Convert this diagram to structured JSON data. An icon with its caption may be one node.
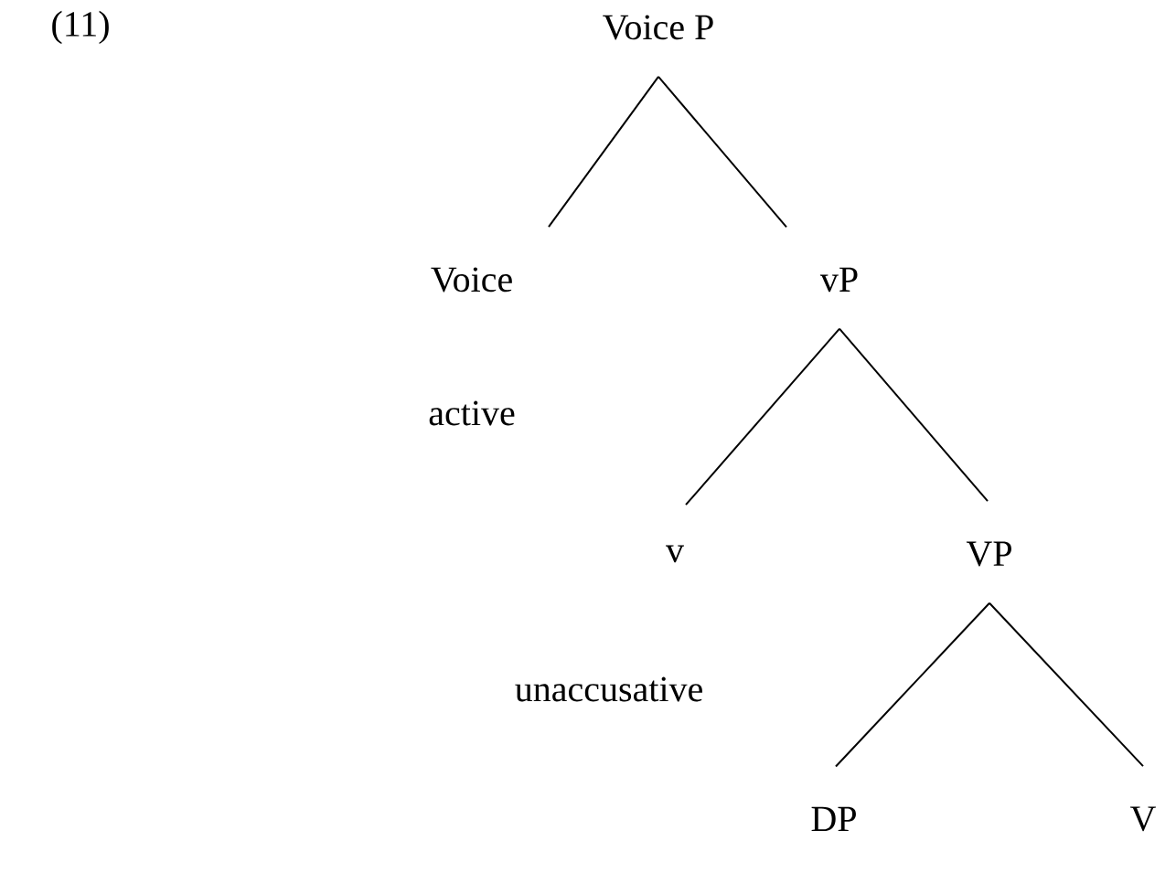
{
  "diagram": {
    "nodes": [
      {
        "text": [
          "Voice P"
        ]
      },
      {
        "text": [
          "Voice"
        ]
      },
      {
        "text": [
          "vP"
        ]
      },
      {
        "text": [
          "v"
        ]
      },
      {
        "text": [
          "VP"
        ]
      },
      {
        "text": [
          "DP"
        ]
      },
      {
        "text": [
          "V"
        ]
      }
    ],
    "edges": [
      {
        "from": 0,
        "to": 1,
        "arrow": "none"
      },
      {
        "from": 0,
        "to": 2,
        "arrow": "none"
      },
      {
        "from": 2,
        "to": 3,
        "arrow": "none"
      },
      {
        "from": 2,
        "to": 4,
        "arrow": "none"
      },
      {
        "from": 4,
        "to": 5,
        "arrow": "none"
      },
      {
        "from": 4,
        "to": 6,
        "arrow": "none"
      }
    ],
    "labels": [
      "(11)",
      "active",
      "unaccusative"
    ]
  }
}
